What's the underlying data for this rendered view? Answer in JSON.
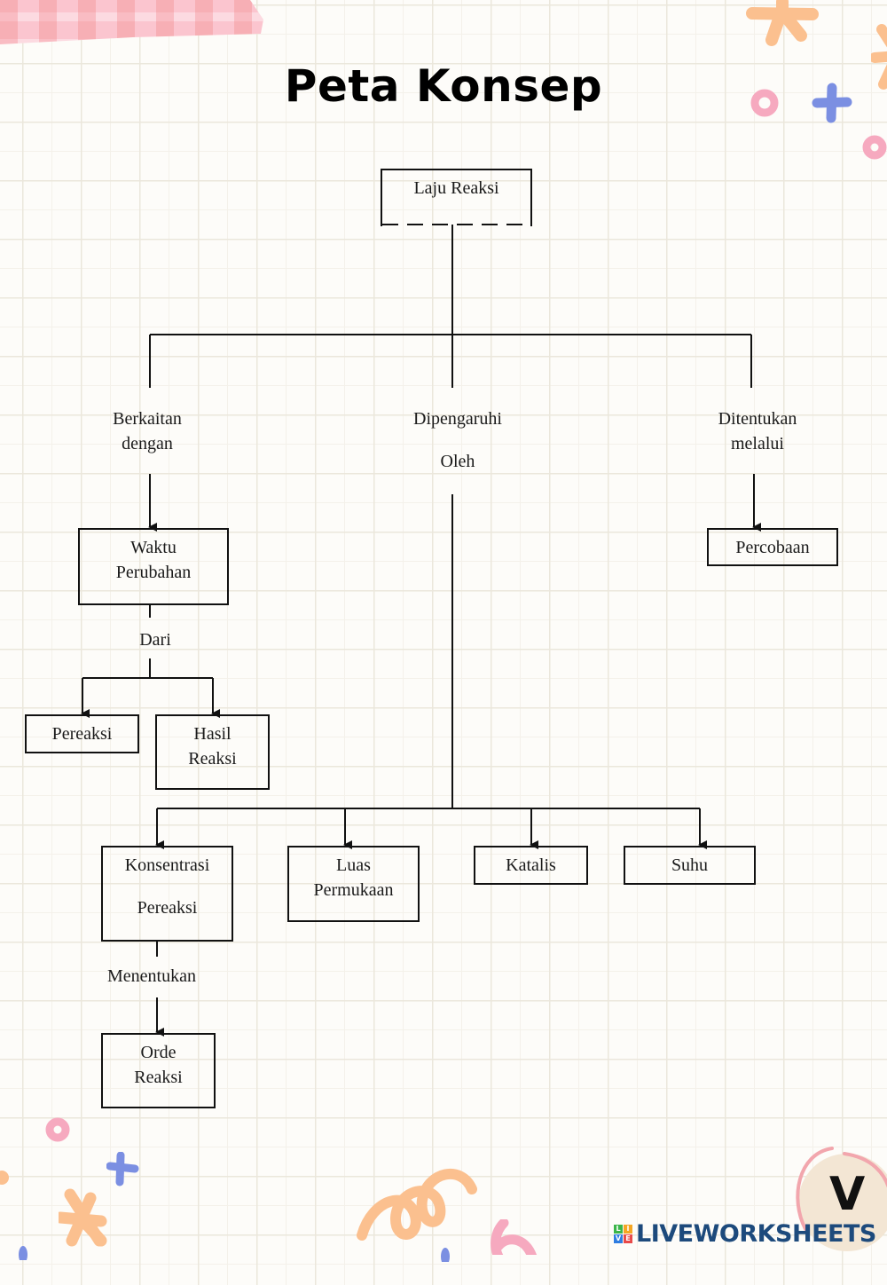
{
  "title": "Peta Konsep",
  "diagram": {
    "root": {
      "id": "laju-reaksi",
      "label": [
        "Laju Reaksi"
      ]
    },
    "relations": {
      "berkaitan": {
        "label": [
          "Berkaitan",
          "dengan"
        ]
      },
      "dipengaruhi": {
        "label": [
          "Dipengaruhi",
          "Oleh"
        ]
      },
      "ditentukan": {
        "label": [
          "Ditentukan",
          "melalui"
        ]
      },
      "dari": {
        "label": [
          "Dari"
        ]
      },
      "menentukan": {
        "label": [
          "Menentukan"
        ]
      }
    },
    "nodes": {
      "waktu": {
        "label": [
          "Waktu",
          "Perubahan"
        ]
      },
      "percobaan": {
        "label": [
          "Percobaan"
        ]
      },
      "pereaksi": {
        "label": [
          "Pereaksi"
        ]
      },
      "hasil": {
        "label": [
          "Hasil",
          "Reaksi"
        ]
      },
      "konsentrasi": {
        "label": [
          "Konsentrasi",
          "Pereaksi"
        ]
      },
      "luas": {
        "label": [
          "Luas",
          "Permukaan"
        ]
      },
      "katalis": {
        "label": [
          "Katalis"
        ]
      },
      "suhu": {
        "label": [
          "Suhu"
        ]
      },
      "orde": {
        "label": [
          "Orde",
          "Reaksi"
        ]
      }
    },
    "edges": [
      [
        "Laju Reaksi",
        "Berkaitan dengan",
        "Waktu Perubahan"
      ],
      [
        "Laju Reaksi",
        "Dipengaruhi Oleh",
        "Konsentrasi Pereaksi"
      ],
      [
        "Laju Reaksi",
        "Dipengaruhi Oleh",
        "Luas Permukaan"
      ],
      [
        "Laju Reaksi",
        "Dipengaruhi Oleh",
        "Katalis"
      ],
      [
        "Laju Reaksi",
        "Dipengaruhi Oleh",
        "Suhu"
      ],
      [
        "Laju Reaksi",
        "Ditentukan melalui",
        "Percobaan"
      ],
      [
        "Waktu Perubahan",
        "Dari",
        "Pereaksi"
      ],
      [
        "Waktu Perubahan",
        "Dari",
        "Hasil Reaksi"
      ],
      [
        "Konsentrasi Pereaksi",
        "Menentukan",
        "Orde Reaksi"
      ]
    ]
  },
  "branding": {
    "logo_text": "LIVEWORKSHEETS",
    "logo_grid": [
      "L",
      "I",
      "V",
      "E"
    ],
    "logo_grid_colors": [
      "#3bb54a",
      "#f5a623",
      "#2f7de1",
      "#e84a4a"
    ],
    "badge_letter": "V"
  },
  "colors": {
    "pink": "#f6a9bf",
    "orange": "#fbc08f",
    "blue": "#7b8fe2",
    "logo_blue": "#1d4a7c"
  }
}
